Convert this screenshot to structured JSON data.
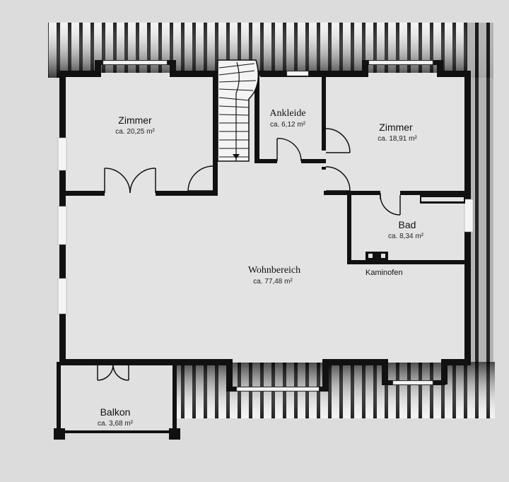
{
  "rooms": {
    "zimmer_left": {
      "name": "Zimmer",
      "area": "ca. 20,25 m²"
    },
    "ankleide": {
      "name": "Ankleide",
      "area": "ca. 6,12 m²"
    },
    "zimmer_right": {
      "name": "Zimmer",
      "area": "ca. 18,91 m²"
    },
    "bad": {
      "name": "Bad",
      "area": "ca. 8,34 m²"
    },
    "wohnbereich": {
      "name": "Wohnbereich",
      "area": "ca. 77,48 m²"
    },
    "balkon": {
      "name": "Balkon",
      "area": "ca. 3,68 m²"
    }
  },
  "labels": {
    "kaminofen": "Kaminofen"
  },
  "colors": {
    "background": "#dcdcdc",
    "wall": "#111111",
    "roof_stripe": "#222222",
    "floor": "#e2e2e2"
  }
}
